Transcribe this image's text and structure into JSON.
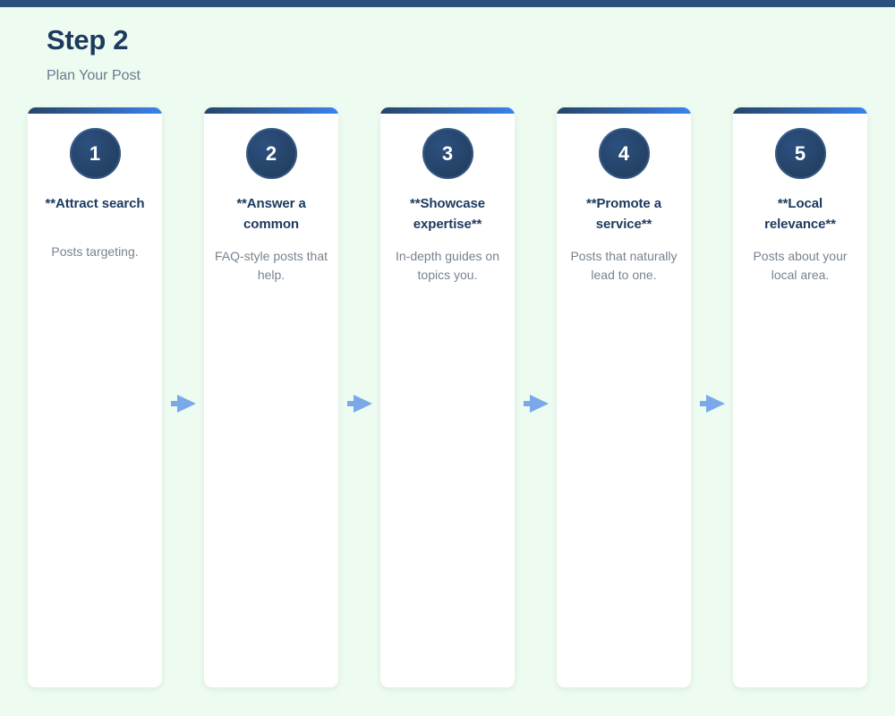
{
  "theme": {
    "background": "#edfbf0",
    "accent_bar": "#2b517e",
    "card_bg": "#ffffff",
    "title_color": "#1c3a5e",
    "subtitle_color": "#6c7a8d",
    "desc_color": "#77838f",
    "badge_color": "#254469",
    "arrow_color": "#7aa9ea",
    "topbar_gradient_from": "#27456d",
    "topbar_gradient_to": "#3b82f0"
  },
  "header": {
    "title": "Step 2",
    "subtitle": "Plan Your Post"
  },
  "flow": {
    "arrow_icon": "arrow-right-icon",
    "steps": [
      {
        "number": "1",
        "title": "**Attract search",
        "description": "Posts targeting."
      },
      {
        "number": "2",
        "title": "**Answer a common",
        "description": "FAQ-style posts that help."
      },
      {
        "number": "3",
        "title": "**Showcase expertise**",
        "description": "In-depth guides on topics you."
      },
      {
        "number": "4",
        "title": "**Promote a service**",
        "description": "Posts that naturally lead to one."
      },
      {
        "number": "5",
        "title": "**Local relevance**",
        "description": "Posts about your local area."
      }
    ]
  }
}
